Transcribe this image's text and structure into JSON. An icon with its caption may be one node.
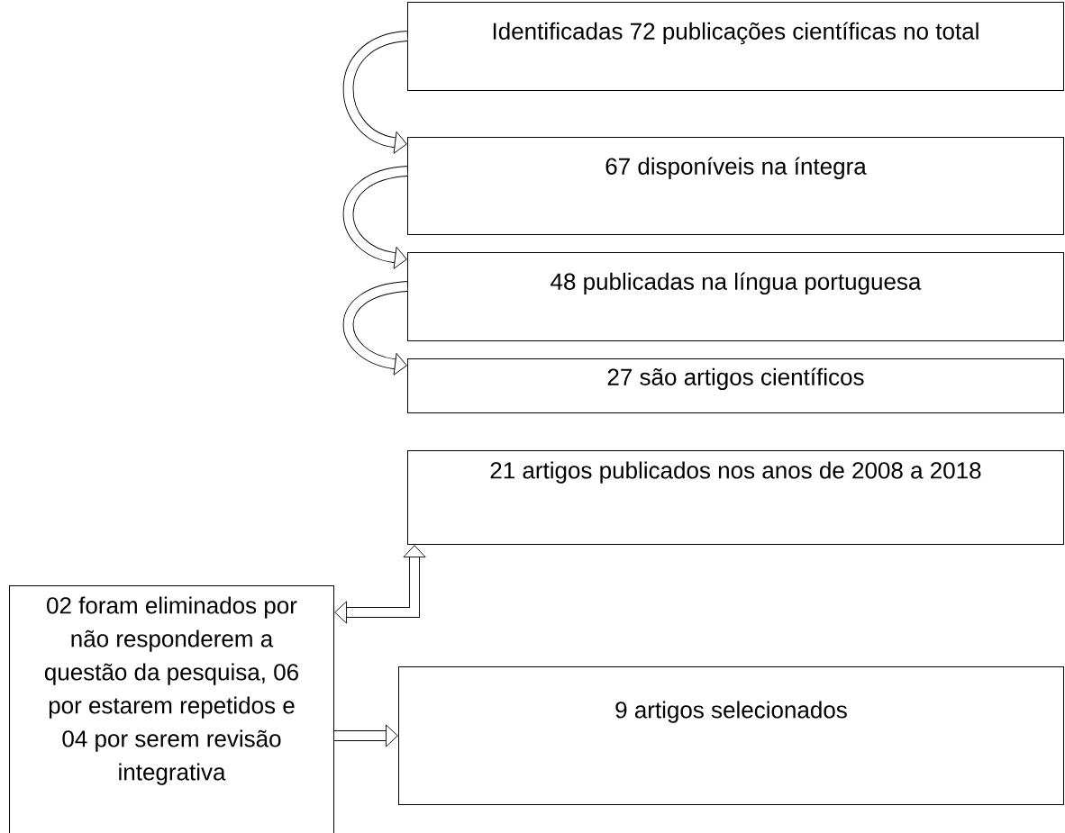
{
  "diagram": {
    "nodes": [
      {
        "text": [
          "Identificadas 72 publicações científicas no total"
        ]
      },
      {
        "text": [
          "67 disponíveis na íntegra"
        ]
      },
      {
        "text": [
          "48 publicadas na língua portuguesa"
        ]
      },
      {
        "text": [
          "27 são artigos científicos"
        ]
      },
      {
        "text": [
          "21 artigos publicados nos anos de 2008 a 2018"
        ]
      },
      {
        "text": [
          "02 foram eliminados por não responderem a questão da pesquisa, 06 por estarem repetidos e 04 por serem revisão integrativa"
        ]
      },
      {
        "text": [
          "9 artigos selecionados"
        ]
      }
    ],
    "edges": [
      {
        "from": 0,
        "to": 1,
        "arrow": "to"
      },
      {
        "from": 1,
        "to": 2,
        "arrow": "to"
      },
      {
        "from": 2,
        "to": 3,
        "arrow": "to"
      },
      {
        "from": 4,
        "to": 5,
        "arrow": "both"
      },
      {
        "from": 5,
        "to": 6,
        "arrow": "to"
      }
    ]
  }
}
